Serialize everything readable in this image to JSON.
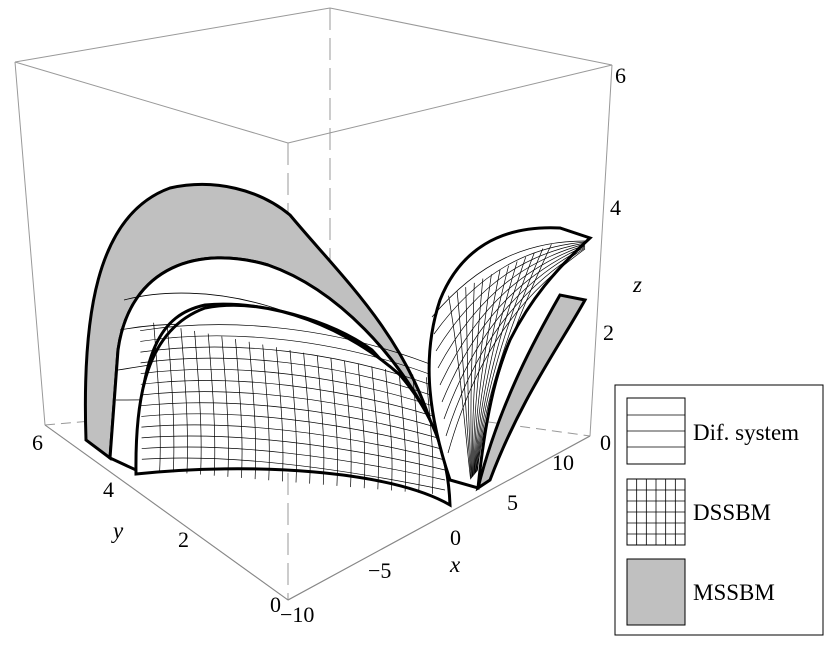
{
  "chart_data": {
    "type": "surface3d",
    "axes": {
      "x": {
        "label": "x",
        "ticks": [
          "−10",
          "−5",
          "0",
          "5",
          "10"
        ]
      },
      "y": {
        "label": "y",
        "ticks": [
          "0",
          "2",
          "4",
          "6"
        ]
      },
      "z": {
        "label": "z",
        "ticks": [
          "0",
          "2",
          "4",
          "6"
        ]
      }
    },
    "legend": {
      "position": "bottom-right",
      "entries": [
        {
          "name": "Dif. system",
          "style": "white-sheet"
        },
        {
          "name": "DSSBM",
          "style": "grid-mesh"
        },
        {
          "name": "MSSBM",
          "style": "gray-fill"
        }
      ]
    },
    "series": [
      {
        "name": "Dif. system",
        "fill": "#ffffff"
      },
      {
        "name": "DSSBM",
        "fill": "#ffffff",
        "mesh": true
      },
      {
        "name": "MSSBM",
        "fill": "#c0c0c0"
      }
    ],
    "grid": false,
    "box": true
  }
}
